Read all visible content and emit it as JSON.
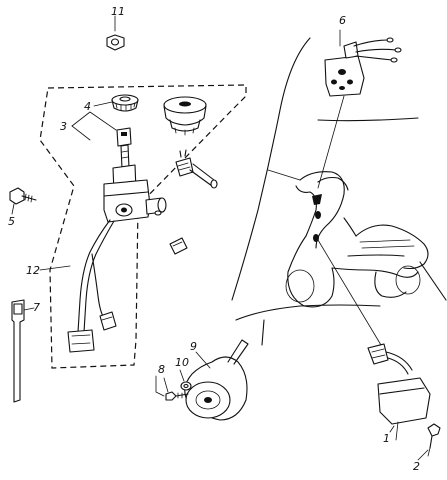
{
  "diagram": {
    "callouts": [
      {
        "id": "c1",
        "text": "1"
      },
      {
        "id": "c2",
        "text": "2"
      },
      {
        "id": "c3",
        "text": "3"
      },
      {
        "id": "c4",
        "text": "4"
      },
      {
        "id": "c5",
        "text": "5"
      },
      {
        "id": "c6",
        "text": "6"
      },
      {
        "id": "c7",
        "text": "7"
      },
      {
        "id": "c8",
        "text": "8"
      },
      {
        "id": "c9",
        "text": "9"
      },
      {
        "id": "c10",
        "text": "10"
      },
      {
        "id": "c11",
        "text": "11"
      },
      {
        "id": "c12",
        "text": "12"
      }
    ],
    "line_color": "#111111",
    "background": "#ffffff"
  }
}
